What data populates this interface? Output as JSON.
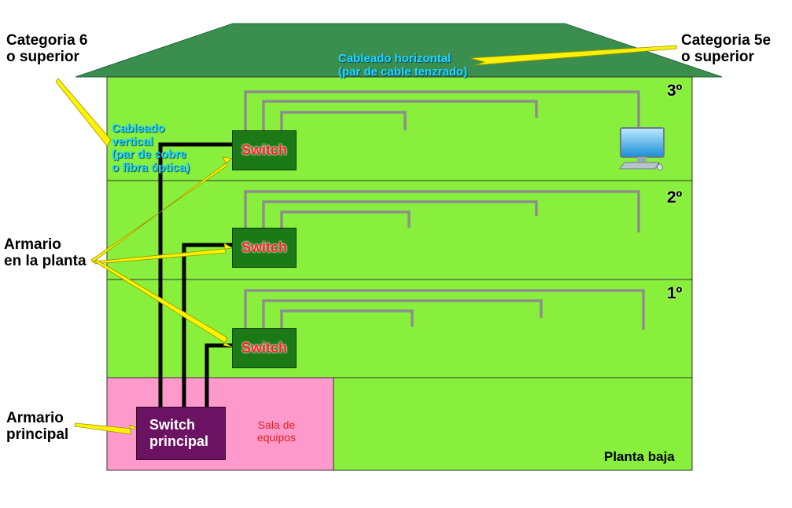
{
  "floors": [
    {
      "label": "3º",
      "switch_label": "Switch"
    },
    {
      "label": "2º",
      "switch_label": "Switch"
    },
    {
      "label": "1º",
      "switch_label": "Switch"
    }
  ],
  "ground_floor": {
    "label": "Planta baja",
    "main_switch": {
      "line1": "Switch",
      "line2": "principal"
    },
    "equipment_room": {
      "line1": "Sala de",
      "line2": "equipos"
    }
  },
  "callouts": {
    "cat6": {
      "line1": "Categoria 6",
      "line2": "o superior"
    },
    "cat5e": {
      "line1": "Categoria 5e",
      "line2": "o superior"
    },
    "floor_cabinet": {
      "line1": "Armario",
      "line2": "en la planta"
    },
    "main_cabinet": {
      "line1": "Armario",
      "line2": "principal"
    }
  },
  "labels": {
    "horizontal": {
      "line1": "Cableado horizontal",
      "line2": "(par de cable tenzrado)"
    },
    "vertical": {
      "line1": "Cableado",
      "line2": "vertical",
      "line3": "(par de cobre",
      "line4": "o fibra óptica)"
    }
  },
  "colors": {
    "floor_green": "#88f03c",
    "roof_green": "#3b8f4e",
    "switch_green": "#1b7a16",
    "main_switch_purple": "#6b1262",
    "equipment_room_pink": "#fe99cc",
    "horizontal_cable": "#8d8d8d",
    "vertical_cable": "#000000",
    "arrow_yellow": "#fff200"
  },
  "icons": {
    "workstation": "computer-icon"
  }
}
